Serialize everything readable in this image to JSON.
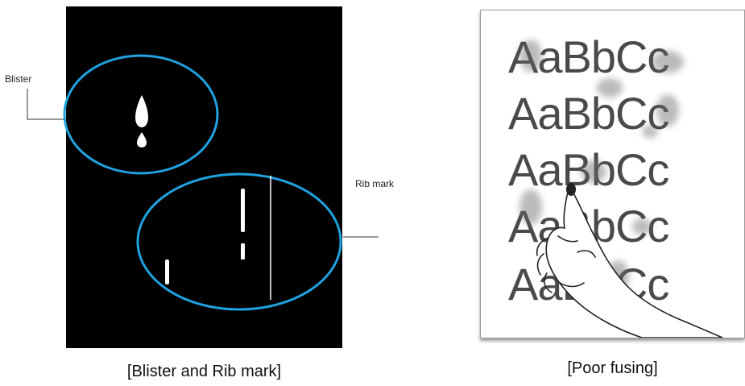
{
  "left_panel": {
    "callout_blister": "Blister",
    "callout_rib": "Rib mark",
    "caption": "[Blister and Rib mark]",
    "highlight_color": "#1fa2e0",
    "background_color": "#000000"
  },
  "right_panel": {
    "text_lines": [
      "AaBbCc",
      "AaBbCc",
      "AaBbCc",
      "AaBbCc",
      "AaBbCc"
    ],
    "caption": "[Poor fusing]"
  }
}
